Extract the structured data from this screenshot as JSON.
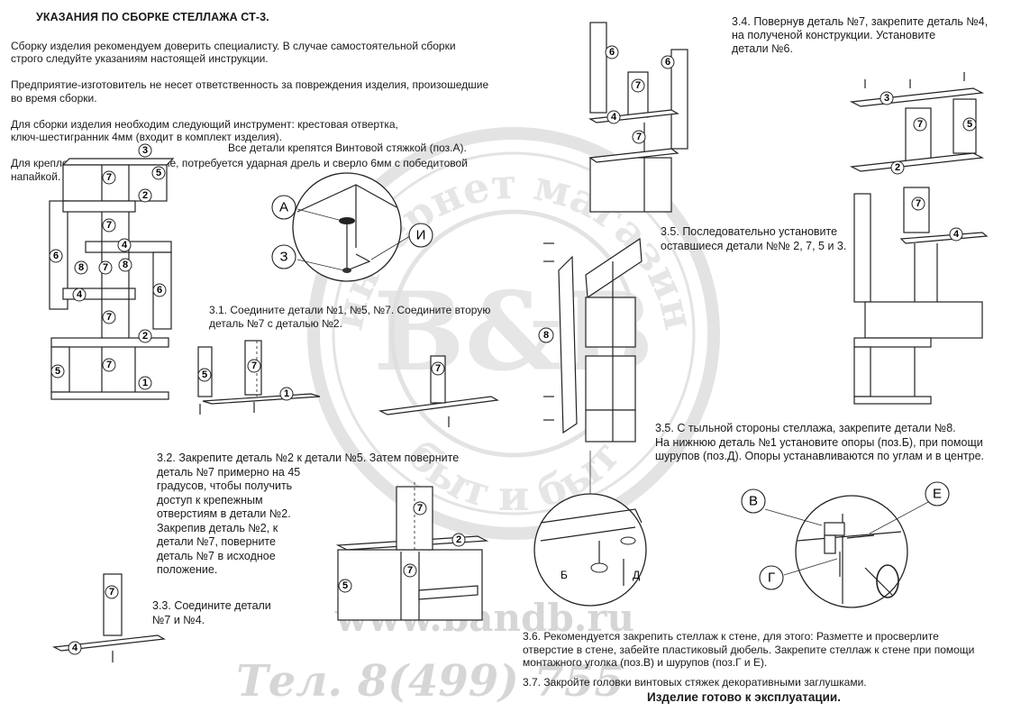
{
  "header": {
    "title": "УКАЗАНИЯ ПО СБОРКЕ СТЕЛЛАЖА СТ-3.",
    "intro": [
      "  Сборку изделия рекомендуем доверить специалисту. В случае самостоятельной сборки\nстрого следуйте указаниям настоящей инструкции.",
      "  Предприятие-изготовитель не несет ответственность за повреждения изделия, произошедшие\nво время сборки.",
      "  Для сборки изделия необходим следующий инструмент: крестовая отвертка,\nключ-шестигранник 4мм (входит в комплект изделия).",
      "  Для крепления стеллажа к стене, потребуется ударная дрель и сверло 6мм с победитовой\nнапайкой."
    ]
  },
  "note_screw": "Все детали крепятся Винтовой стяжкой (поз.А).",
  "steps": {
    "s31": "3.1. Соедините детали №1, №5, №7. Соедините вторую\n       деталь №7 с деталью №2.",
    "s32": "3.2. Закрепите деталь №2 к детали №5. Затем поверните\n       деталь №7 примерно на 45\n       градусов, чтобы получить\n       доступ к крепежным\n       отверстиям в детали №2.\n       Закрепив деталь №2, к\n       детали №7,  поверните\n       деталь №7 в исходное\n       положение.",
    "s33": "3.3. Соедините детали\n       №7 и №4.",
    "s34": "3.4. Повернув деталь №7, закрепите деталь №4,\n       на полученой конструкции. Установите\n       детали №6.",
    "s35a": "3.5. Последовательно установите\n       оставшиеся детали №№ 2, 7, 5 и 3.",
    "s35b": "3.5. С тыльной стороны стеллажа, закрепите детали №8.\n       На нижнюю деталь №1 установите  опоры (поз.Б), при помощи\n       шурупов (поз.Д). Опоры устанавливаются по углам и в центре.",
    "s36": "3.6.  Рекомендуется закрепить стеллаж к стене, для этого: Разметте и просверлите\nотверстие в стене, забейте пластиковый дюбель. Закрепите стеллаж к стене при помощи\nмонтажного уголка (поз.В) и шурупов (поз.Г и Е).",
    "s37": "3.7. Закройте головки винтовых стяжек декоративными заглушками.",
    "final": "Изделие готово к эксплуатации."
  },
  "part_numbers": [
    "1",
    "2",
    "3",
    "4",
    "5",
    "6",
    "7",
    "8"
  ],
  "callouts": {
    "A": "А",
    "I": "И",
    "Z": "З",
    "B": "Б",
    "D": "Д",
    "V": "В",
    "E": "Е",
    "G": "Г"
  },
  "watermark": {
    "ring_top": "интернет магазин",
    "ring_bottom": "быт и быт",
    "logo": "B&B",
    "url": "www.bandb.ru",
    "phone": "Тел. 8(499) 755"
  },
  "colors": {
    "line": "#222222",
    "watermark": "#c9c9c9",
    "paper": "#ffffff"
  }
}
